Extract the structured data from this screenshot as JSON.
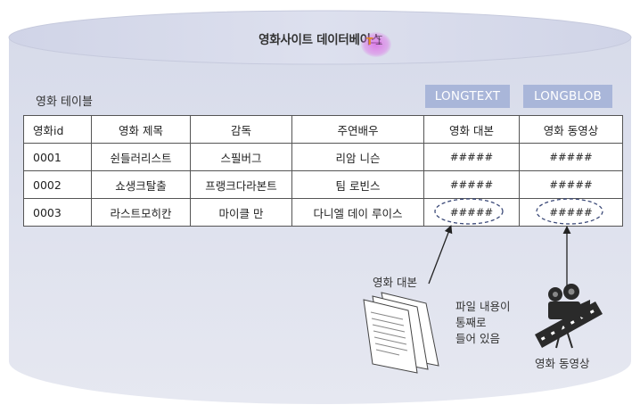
{
  "diagram": {
    "title": "영화사이트 데이터베이스",
    "table_caption": "영화 테이블",
    "type_badges": {
      "text": "LONGTEXT",
      "blob": "LONGBLOB"
    },
    "table": {
      "headers": [
        "영화id",
        "영화 제목",
        "감독",
        "주연배우",
        "영화 대본",
        "영화 동영상"
      ],
      "rows": [
        [
          "0001",
          "쉰들러리스트",
          "스필버그",
          "리암 니슨",
          "#####",
          "#####"
        ],
        [
          "0002",
          "쇼생크탈출",
          "프랭크다라본트",
          "팀 로빈스",
          "#####",
          "#####"
        ],
        [
          "0003",
          "라스트모히칸",
          "마이클 만",
          "다니엘 데이 루이스",
          "#####",
          "#####"
        ]
      ]
    },
    "annotations": {
      "script_label": "영화 대본",
      "file_note": [
        "파일 내용이",
        "통째로",
        "들어 있음"
      ],
      "video_label": "영화 동영상"
    },
    "colors": {
      "cylinder_body": "#dcdfeb",
      "cylinder_top": "#cfd3e6",
      "badge": "#a9b6d9",
      "dashed_ellipse": "#3c4a78"
    },
    "icons": [
      "document-icon",
      "film-camera-icon",
      "text-cursor-icon"
    ]
  }
}
